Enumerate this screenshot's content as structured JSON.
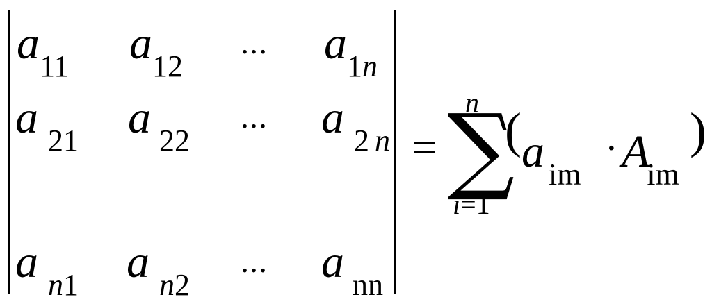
{
  "matrix": {
    "rows": [
      [
        {
          "base": "a",
          "sub": "11"
        },
        {
          "base": "a",
          "sub": "12"
        },
        {
          "dots": "..."
        },
        {
          "base": "a",
          "sub_num": "1",
          "sub_var": "n"
        }
      ],
      [
        {
          "base": "a",
          "sub": "21"
        },
        {
          "base": "a",
          "sub": "22"
        },
        {
          "dots": "..."
        },
        {
          "base": "a",
          "sub_num": "2",
          "sub_var": "n"
        }
      ],
      [
        {
          "base": "a",
          "sub_var": "n",
          "sub_num": "1"
        },
        {
          "base": "a",
          "sub_var": "n",
          "sub_num": "2"
        },
        {
          "dots": "..."
        },
        {
          "base": "a",
          "sub_var": "nn"
        }
      ]
    ]
  },
  "equation": {
    "equals": "=",
    "sigma": "∑",
    "upper": "n",
    "lower_var": "i",
    "lower_eq": "=",
    "lower_val": "1",
    "open_paren": "(",
    "close_paren": ")",
    "term1_base": "a",
    "term1_sub": "im",
    "dot": "·",
    "term2_base": "A",
    "term2_sub": "im"
  }
}
